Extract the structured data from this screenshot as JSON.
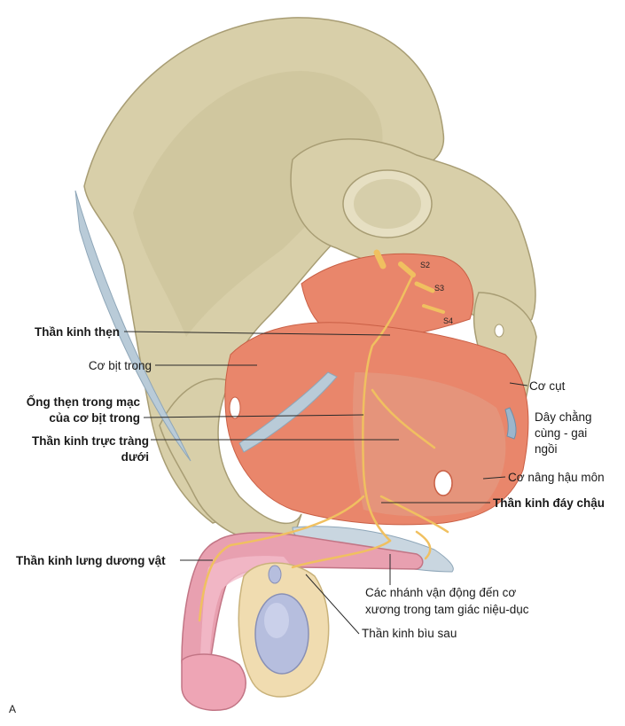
{
  "figure_letter": "A",
  "sacral_labels": [
    "S2",
    "S3",
    "S4"
  ],
  "labels": {
    "pudendal_nerve": "Thần kinh thẹn",
    "obturator_internus": "Cơ bịt trong",
    "pudendal_canal_line1": "Ống thẹn trong mạc",
    "pudendal_canal_line2": "của cơ bịt trong",
    "inferior_rectal_line1": "Thần kinh trực tràng",
    "inferior_rectal_line2": "dưới",
    "dorsal_nerve_penis": "Thần kinh lưng dương vật",
    "coccygeus": "Cơ cụt",
    "sacrospinous_line1": "Dây chằng",
    "sacrospinous_line2": "cùng - gai",
    "sacrospinous_line3": "ngồi",
    "levator_ani": "Cơ nâng hậu môn",
    "perineal_nerve": "Thần kinh đáy chậu",
    "motor_branches_line1": "Các nhánh vận động đến cơ",
    "motor_branches_line2": "xương trong tam giác niệu-dục",
    "posterior_scrotal": "Thần kinh bìu sau"
  },
  "colors": {
    "bone": "#d8cfa9",
    "bone_shadow": "#b9ae84",
    "muscle": "#e9866b",
    "muscle_dark": "#d76a50",
    "nerve": "#f0c060",
    "ligament": "#b9cbd8",
    "penis": "#e8a0b0",
    "testis": "#b6bede"
  }
}
